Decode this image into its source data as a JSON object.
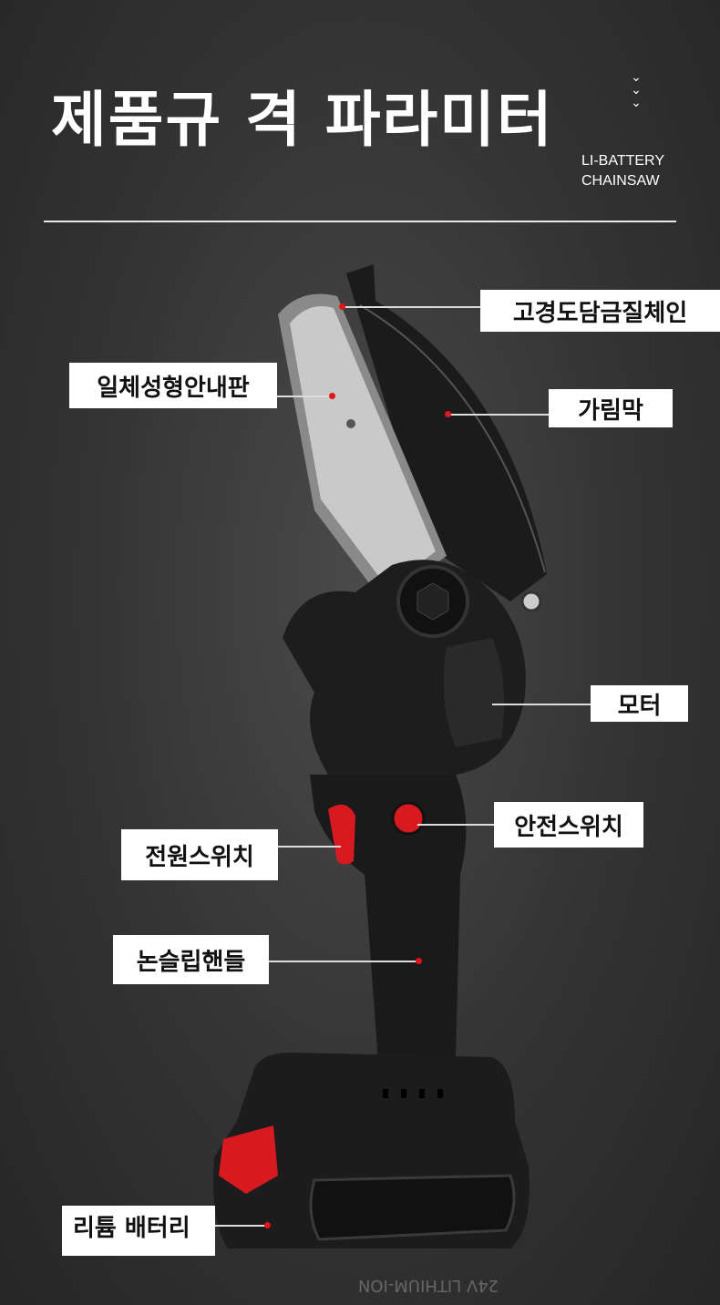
{
  "header": {
    "title": "제품규 격 파라미터",
    "subtitle_line1": "LI-BATTERY",
    "subtitle_line2": "CHAINSAW",
    "chevron_icon": "chevron-down-icon"
  },
  "labels": {
    "chain": "고경도담금질체인",
    "guide_bar": "일체성형안내판",
    "guard": "가림막",
    "motor": "모터",
    "safety_switch": "안전스위치",
    "power_switch": "전원스위치",
    "handle": "논슬립핸들",
    "battery": "리튬 배터리"
  },
  "product": {
    "battery_print": "24V LITHIUM-ION"
  },
  "colors": {
    "accent": "#e0161c",
    "label_bg": "#ffffff"
  }
}
